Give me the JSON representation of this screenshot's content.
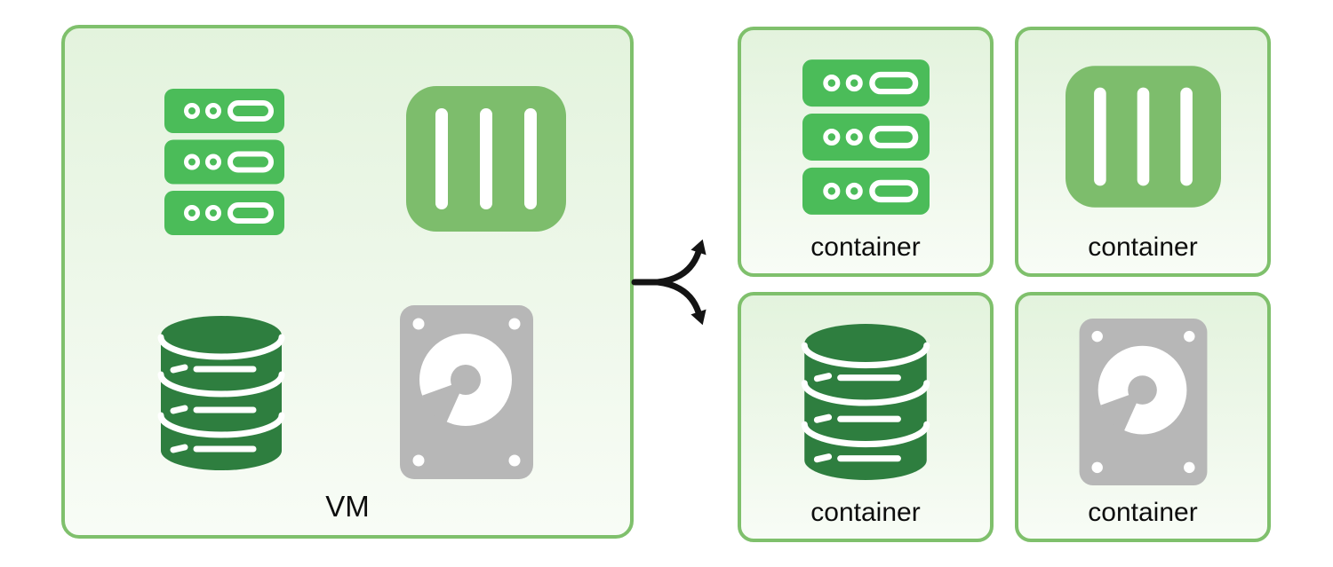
{
  "diagram": {
    "title_hint": "VM decomposed into containers",
    "vm_box": {
      "label": "VM",
      "icons": [
        "server-stack-icon",
        "container-grid-icon",
        "database-icon",
        "hard-drive-icon"
      ]
    },
    "container_boxes": [
      {
        "label": "container",
        "icon": "server-stack-icon"
      },
      {
        "label": "container",
        "icon": "container-grid-icon"
      },
      {
        "label": "container",
        "icon": "database-icon"
      },
      {
        "label": "container",
        "icon": "hard-drive-icon"
      }
    ],
    "arrow": {
      "shape": "fork",
      "from": "VM",
      "to": "containers"
    }
  },
  "colors": {
    "border_green": "#7fc06c",
    "box_bg_top": "#e3f3dd",
    "box_bg_bottom": "#f8fcf6",
    "server_green": "#4bbc59",
    "container_green": "#7dbd6c",
    "database_green": "#2e7e3f",
    "hdd_gray": "#b7b7b7",
    "arrow_color": "#141414",
    "text_color": "#0d0d0d"
  }
}
